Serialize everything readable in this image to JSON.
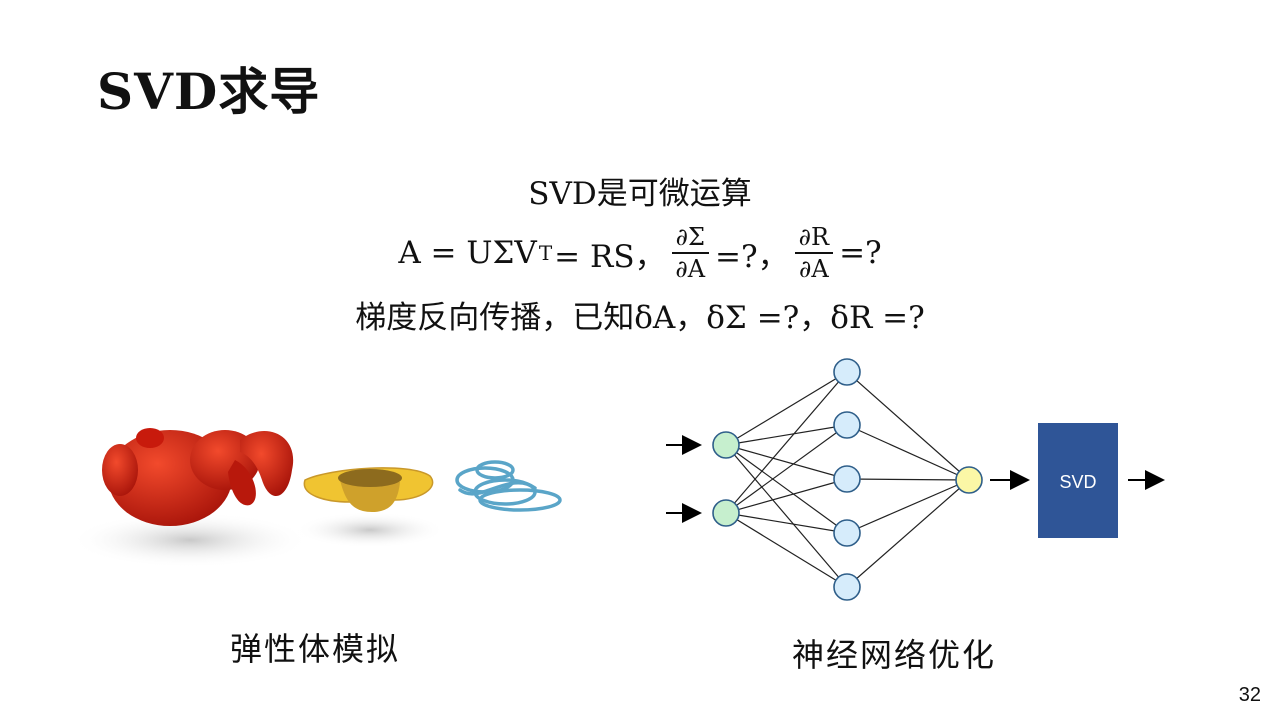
{
  "slide": {
    "title": "SVD求导",
    "line1": "SVD是可微运算",
    "line2": {
      "lhs": "A = UΣV",
      "sup": "T",
      "rhs": " = RS，",
      "frac1_num": "∂Σ",
      "frac1_den": "∂A",
      "after1": "=?，",
      "frac2_num": "∂R",
      "frac2_den": "∂A",
      "after2": "=?"
    },
    "line3": "梯度反向传播，已知δA，δΣ =?，δR =?",
    "caption_left": "弹性体模拟",
    "caption_right": "神经网络优化",
    "svd_box_label": "SVD",
    "page_number": "32"
  },
  "colors": {
    "input_node": "#c6efce",
    "hidden_node": "#d6ecfb",
    "output_node": "#fbf7a6",
    "node_stroke": "#2f5f8a",
    "svd_box": "#2f5597",
    "bunny": "#d9200f",
    "hat": "#f0c431",
    "rope": "#5aa5c8"
  },
  "icons": [
    "bunny-icon",
    "hat-icon",
    "rope-icon",
    "arrow-icon"
  ]
}
